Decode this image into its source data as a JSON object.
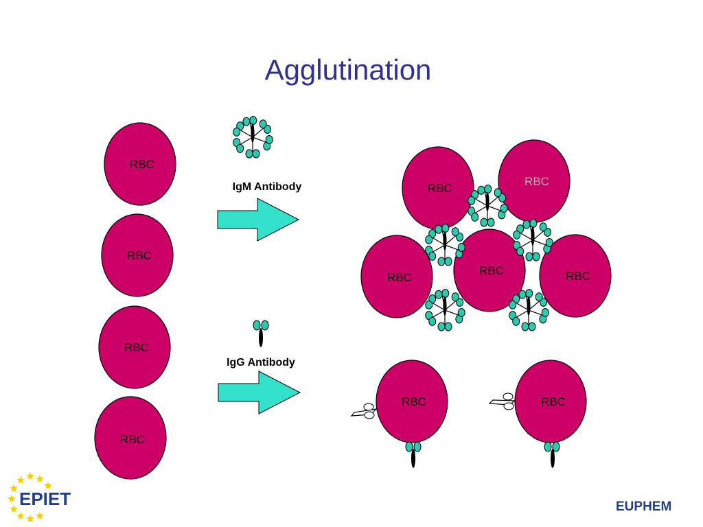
{
  "title": "Agglutination",
  "cell_label": "RBC",
  "igm_label": "IgM Antibody",
  "igg_label": "IgG Antibody",
  "logos": {
    "left": "EPIET",
    "right": "EUPHEM"
  },
  "colors": {
    "title": "#2e3192",
    "cell": "#cc0066",
    "arrow": "#33e0cc",
    "antibody_bead": "#2bc9b0",
    "logo": "#1f3e8c",
    "stars": "#ffcc00"
  }
}
